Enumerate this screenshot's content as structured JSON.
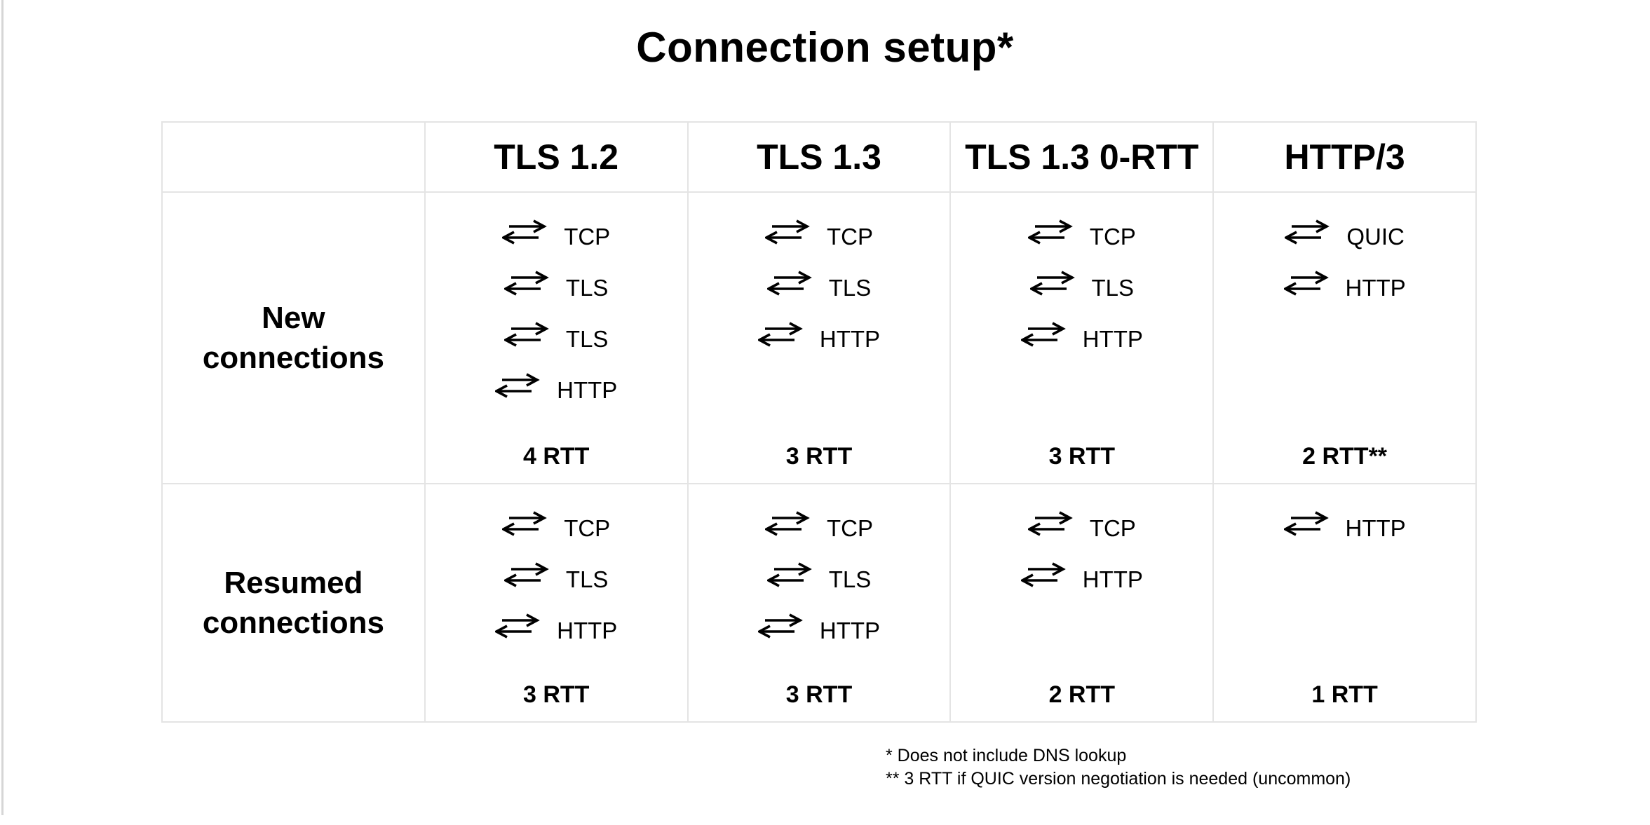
{
  "page": {
    "title": "Connection setup*"
  },
  "table": {
    "corner": "",
    "column_headers": [
      "TLS 1.2",
      "TLS 1.3",
      "TLS 1.3 0-RTT",
      "HTTP/3"
    ],
    "rows": [
      {
        "label": "New connections",
        "cells": [
          {
            "steps": [
              "TCP",
              "TLS",
              "TLS",
              "HTTP"
            ],
            "rtt": "4 RTT"
          },
          {
            "steps": [
              "TCP",
              "TLS",
              "HTTP"
            ],
            "rtt": "3 RTT"
          },
          {
            "steps": [
              "TCP",
              "TLS",
              "HTTP"
            ],
            "rtt": "3 RTT"
          },
          {
            "steps": [
              "QUIC",
              "HTTP"
            ],
            "rtt": "2 RTT**"
          }
        ]
      },
      {
        "label": "Resumed connections",
        "cells": [
          {
            "steps": [
              "TCP",
              "TLS",
              "HTTP"
            ],
            "rtt": "3 RTT"
          },
          {
            "steps": [
              "TCP",
              "TLS",
              "HTTP"
            ],
            "rtt": "3 RTT"
          },
          {
            "steps": [
              "TCP",
              "HTTP"
            ],
            "rtt": "2 RTT"
          },
          {
            "steps": [
              "HTTP"
            ],
            "rtt": "1 RTT"
          }
        ]
      }
    ]
  },
  "footnotes": [
    "* Does not include DNS lookup",
    "** 3 RTT if QUIC version negotiation is needed (uncommon)"
  ],
  "icons": {
    "exchange_arrows": "round-trip-exchange-arrows"
  },
  "colors": {
    "text": "#000000",
    "table_border": "#e4e4e4",
    "page_edge_line": "#d6d6d6",
    "background": "#ffffff"
  }
}
